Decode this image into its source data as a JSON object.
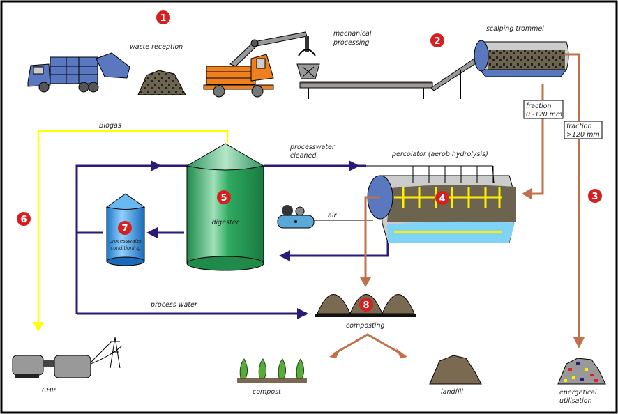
{
  "diagram": {
    "title": "Mechanical-biological waste treatment process",
    "colors": {
      "frame": "#000000",
      "badge": "#d42020",
      "process_water": "#2b1a78",
      "biogas": "#ffff00",
      "solids": "#c0704a",
      "digester": "#2ea860",
      "conditioning": "#3a9be0",
      "trommel": "#5a78c0",
      "heap": "#7a6a52"
    },
    "steps": [
      {
        "number": "1",
        "label": "waste reception"
      },
      {
        "number": "2",
        "label": "scalping trommel"
      },
      {
        "number": "3",
        "label": "fraction >120 mm"
      },
      {
        "number": "4",
        "label": "percolator (aerob hydrolysis)"
      },
      {
        "number": "5",
        "label": "digester"
      },
      {
        "number": "6",
        "label": "Biogas"
      },
      {
        "number": "7",
        "label": "processwater conditioning"
      },
      {
        "number": "8",
        "label": "composting"
      }
    ],
    "labels": {
      "waste_reception": "waste reception",
      "mechanical_processing_line1": "mechanical",
      "mechanical_processing_line2": "processing",
      "scalping_trommel": "scalping trommel",
      "fraction_small_line1": "fraction",
      "fraction_small_line2": "0 -120 mm",
      "fraction_large_line1": "fraction",
      "fraction_large_line2": ">120 mm",
      "biogas": "Biogas",
      "processwater_cleaned_line1": "processwater",
      "processwater_cleaned_line2": "cleaned",
      "percolator": "percolator (aerob hydrolysis)",
      "digester": "digester",
      "conditioning_line1": "processwater",
      "conditioning_line2": "conditioning",
      "air": "air",
      "process_water": "process water",
      "composting": "composting",
      "chp": "CHP",
      "compost": "compost",
      "landfill": "landfill",
      "energetical_line1": "energetical",
      "energetical_line2": "utilisation"
    }
  }
}
